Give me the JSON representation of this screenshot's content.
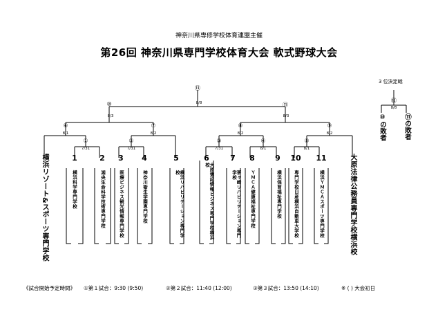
{
  "header": {
    "organizer": "神奈川県専修学校体育連盟主催",
    "title": "第26回 神奈川県専門学校体育大会 軟式野球大会"
  },
  "teams": [
    {
      "num": "1",
      "name": "横浜科学専門学校"
    },
    {
      "num": "2",
      "name": "湘央生命科学技術専門学校"
    },
    {
      "num": "3",
      "name": "医療ビジネス観光情報専門学校"
    },
    {
      "num": "4",
      "name": "神奈川衛生学園専門学校"
    },
    {
      "num": "5",
      "name": "横浜リハビリテーション専門学校"
    },
    {
      "num": "6",
      "name": "大原簿記情報ビジネス専門学校横浜校"
    },
    {
      "num": "7",
      "name": "茅ヶ崎リハビリテーション専門学校"
    },
    {
      "num": "8",
      "name": "ＹＭＣＡ健康福祉専門学校"
    },
    {
      "num": "9",
      "name": "横浜保育福祉専門学校"
    },
    {
      "num": "10",
      "name": "専門学校日産横浜自動車大学校"
    },
    {
      "num": "11",
      "name": "横浜ＹＭＣＡスポーツ専門学校"
    }
  ],
  "seeds": {
    "left": "横浜リゾート&スポーツ専門学校",
    "right": "大原法律公務員専門学校横浜校"
  },
  "games": {
    "g1": {
      "label": "①",
      "date": "7/31"
    },
    "g2": {
      "label": "②",
      "date": "7/31"
    },
    "g3": {
      "label": "③",
      "date": "7/31"
    },
    "g4": {
      "label": "④",
      "date": "8/1"
    },
    "g5": {
      "label": "⑤",
      "date": "8/1"
    },
    "g6": {
      "label": "⑥",
      "date": "8/1"
    },
    "g7": {
      "label": "⑦",
      "date": "8/2"
    },
    "g8": {
      "label": "⑧",
      "date": "8/2"
    },
    "g9": {
      "label": "⑨",
      "date": "8/2"
    },
    "g10": {
      "label": "⑩",
      "date": "8/3"
    },
    "g11": {
      "label": "⑪",
      "date": "8/3"
    },
    "g13": {
      "label": "⑬",
      "date": "8/8"
    },
    "g12": {
      "label": "⑫",
      "date": "8/8"
    }
  },
  "third_place": {
    "title": "3 位決定戦",
    "loser_a": "⑩の敗者",
    "loser_b": "⑪の敗者"
  },
  "schedule": {
    "label": "《試合開始予定時間》",
    "s1": "①第１試合：9:30 (9:50)",
    "s2": "②第２試合：11:40 (12:00)",
    "s3": "③第３試合：13:50 (14:10)",
    "note": "※ ( ) 大会初日"
  }
}
